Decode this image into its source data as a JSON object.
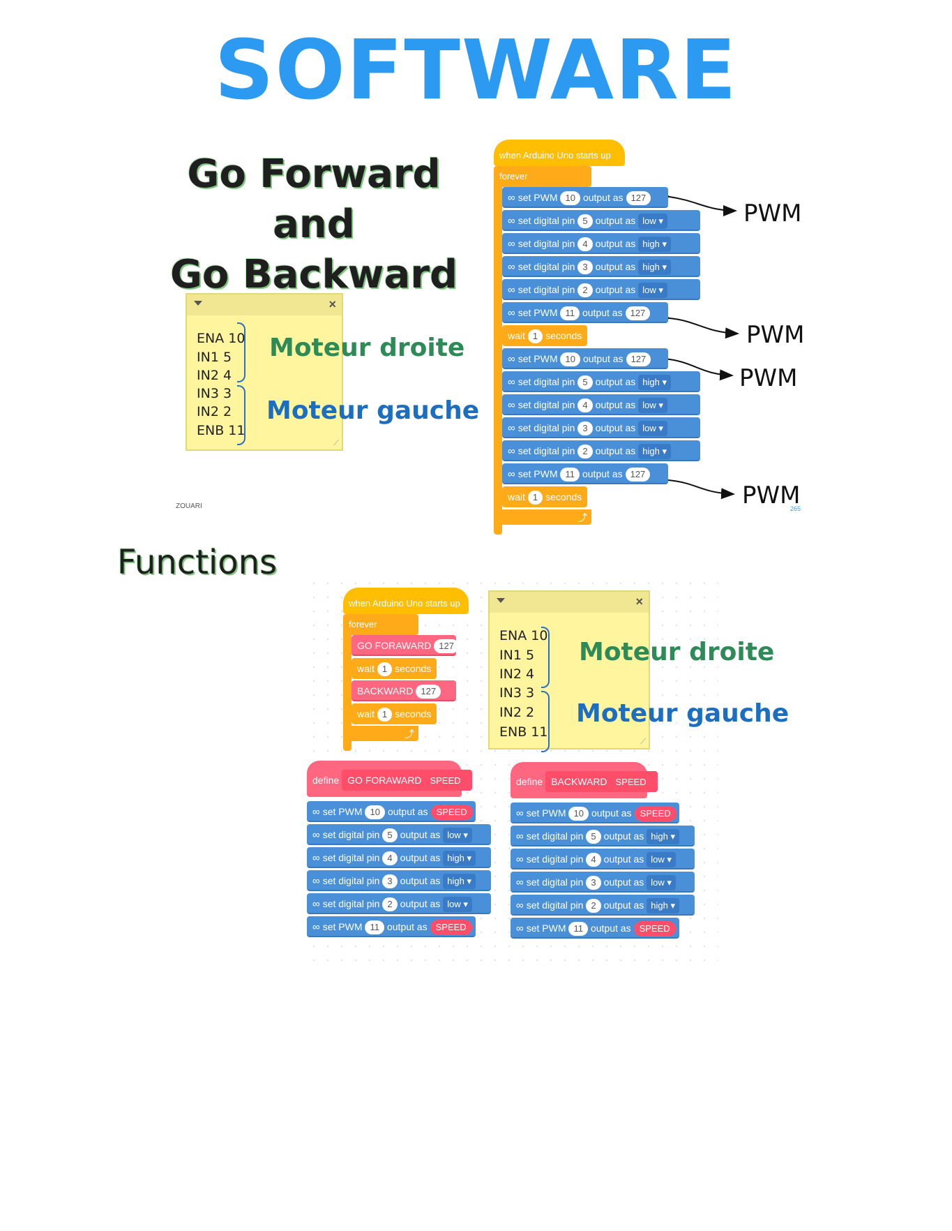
{
  "title": "SOFTWARE",
  "heading_go": [
    "Go Forward and",
    "Go Backward"
  ],
  "heading_functions": "Functions",
  "author": "ZOUARI",
  "page_number": "265",
  "note": {
    "lines": [
      "ENA 10",
      "IN1 5",
      "IN2 4",
      "IN3 3",
      "IN2 2",
      "ENB 11"
    ],
    "label_right": "Moteur droite",
    "label_left": "Moteur gauche"
  },
  "program1": {
    "hat": "when Arduino Uno starts up",
    "forever": "forever",
    "blocks": [
      {
        "type": "pwm",
        "label": "set PWM",
        "pin": "10",
        "mid": "output as",
        "val": "127"
      },
      {
        "type": "dig",
        "label": "set digital pin",
        "pin": "5",
        "mid": "output as",
        "val": "low"
      },
      {
        "type": "dig",
        "label": "set digital pin",
        "pin": "4",
        "mid": "output as",
        "val": "high"
      },
      {
        "type": "dig",
        "label": "set digital pin",
        "pin": "3",
        "mid": "output as",
        "val": "high"
      },
      {
        "type": "dig",
        "label": "set digital pin",
        "pin": "2",
        "mid": "output as",
        "val": "low"
      },
      {
        "type": "pwm",
        "label": "set PWM",
        "pin": "11",
        "mid": "output as",
        "val": "127"
      },
      {
        "type": "wait",
        "label": "wait",
        "pin": "1",
        "mid": "seconds"
      },
      {
        "type": "pwm",
        "label": "set PWM",
        "pin": "10",
        "mid": "output as",
        "val": "127"
      },
      {
        "type": "dig",
        "label": "set digital pin",
        "pin": "5",
        "mid": "output as",
        "val": "high"
      },
      {
        "type": "dig",
        "label": "set digital pin",
        "pin": "4",
        "mid": "output as",
        "val": "low"
      },
      {
        "type": "dig",
        "label": "set digital pin",
        "pin": "3",
        "mid": "output as",
        "val": "low"
      },
      {
        "type": "dig",
        "label": "set digital pin",
        "pin": "2",
        "mid": "output as",
        "val": "high"
      },
      {
        "type": "pwm",
        "label": "set PWM",
        "pin": "11",
        "mid": "output as",
        "val": "127"
      },
      {
        "type": "wait",
        "label": "wait",
        "pin": "1",
        "mid": "seconds"
      }
    ],
    "pwm_label": "PWM"
  },
  "program2": {
    "hat": "when Arduino Uno starts up",
    "forever": "forever",
    "blocks": [
      {
        "type": "call",
        "label": "GO FORAWARD",
        "val": "127"
      },
      {
        "type": "wait",
        "label": "wait",
        "pin": "1",
        "mid": "seconds"
      },
      {
        "type": "call",
        "label": "BACKWARD",
        "val": "127"
      },
      {
        "type": "wait",
        "label": "wait",
        "pin": "1",
        "mid": "seconds"
      }
    ]
  },
  "def_forward": {
    "define": "define",
    "name": "GO FORAWARD",
    "param": "SPEED",
    "blocks": [
      {
        "type": "pwm",
        "label": "set PWM",
        "pin": "10",
        "mid": "output as",
        "val": "SPEED"
      },
      {
        "type": "dig",
        "label": "set digital pin",
        "pin": "5",
        "mid": "output as",
        "val": "low"
      },
      {
        "type": "dig",
        "label": "set digital pin",
        "pin": "4",
        "mid": "output as",
        "val": "high"
      },
      {
        "type": "dig",
        "label": "set digital pin",
        "pin": "3",
        "mid": "output as",
        "val": "high"
      },
      {
        "type": "dig",
        "label": "set digital pin",
        "pin": "2",
        "mid": "output as",
        "val": "low"
      },
      {
        "type": "pwm",
        "label": "set PWM",
        "pin": "11",
        "mid": "output as",
        "val": "SPEED"
      }
    ]
  },
  "def_backward": {
    "define": "define",
    "name": "BACKWARD",
    "param": "SPEED",
    "blocks": [
      {
        "type": "pwm",
        "label": "set PWM",
        "pin": "10",
        "mid": "output as",
        "val": "SPEED"
      },
      {
        "type": "dig",
        "label": "set digital pin",
        "pin": "5",
        "mid": "output as",
        "val": "high"
      },
      {
        "type": "dig",
        "label": "set digital pin",
        "pin": "4",
        "mid": "output as",
        "val": "low"
      },
      {
        "type": "dig",
        "label": "set digital pin",
        "pin": "3",
        "mid": "output as",
        "val": "low"
      },
      {
        "type": "dig",
        "label": "set digital pin",
        "pin": "2",
        "mid": "output as",
        "val": "high"
      },
      {
        "type": "pwm",
        "label": "set PWM",
        "pin": "11",
        "mid": "output as",
        "val": "SPEED"
      }
    ]
  }
}
